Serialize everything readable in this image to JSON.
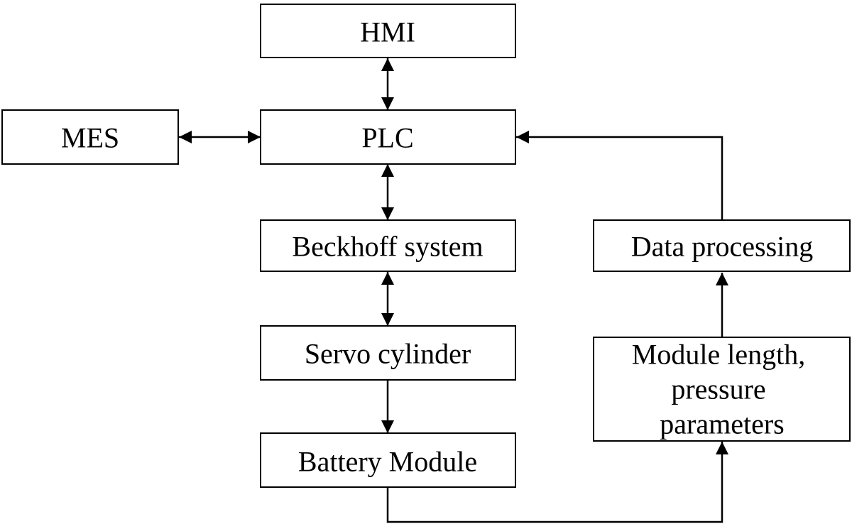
{
  "diagram": {
    "nodes": {
      "hmi": "HMI",
      "mes": "MES",
      "plc": "PLC",
      "beckhoff": "Beckhoff system",
      "servo": "Servo cylinder",
      "battery": "Battery Module",
      "data_processing": "Data processing",
      "module_params": [
        "Module length,",
        "pressure",
        "parameters"
      ]
    },
    "edges": [
      {
        "from": "HMI",
        "to": "PLC",
        "direction": "both"
      },
      {
        "from": "MES",
        "to": "PLC",
        "direction": "both"
      },
      {
        "from": "PLC",
        "to": "Beckhoff system",
        "direction": "both"
      },
      {
        "from": "Beckhoff system",
        "to": "Servo cylinder",
        "direction": "both"
      },
      {
        "from": "Servo cylinder",
        "to": "Battery Module",
        "direction": "forward"
      },
      {
        "from": "Battery Module",
        "to": "Module length, pressure parameters",
        "direction": "forward"
      },
      {
        "from": "Module length, pressure parameters",
        "to": "Data processing",
        "direction": "forward"
      },
      {
        "from": "Data processing",
        "to": "PLC",
        "direction": "forward"
      }
    ]
  }
}
